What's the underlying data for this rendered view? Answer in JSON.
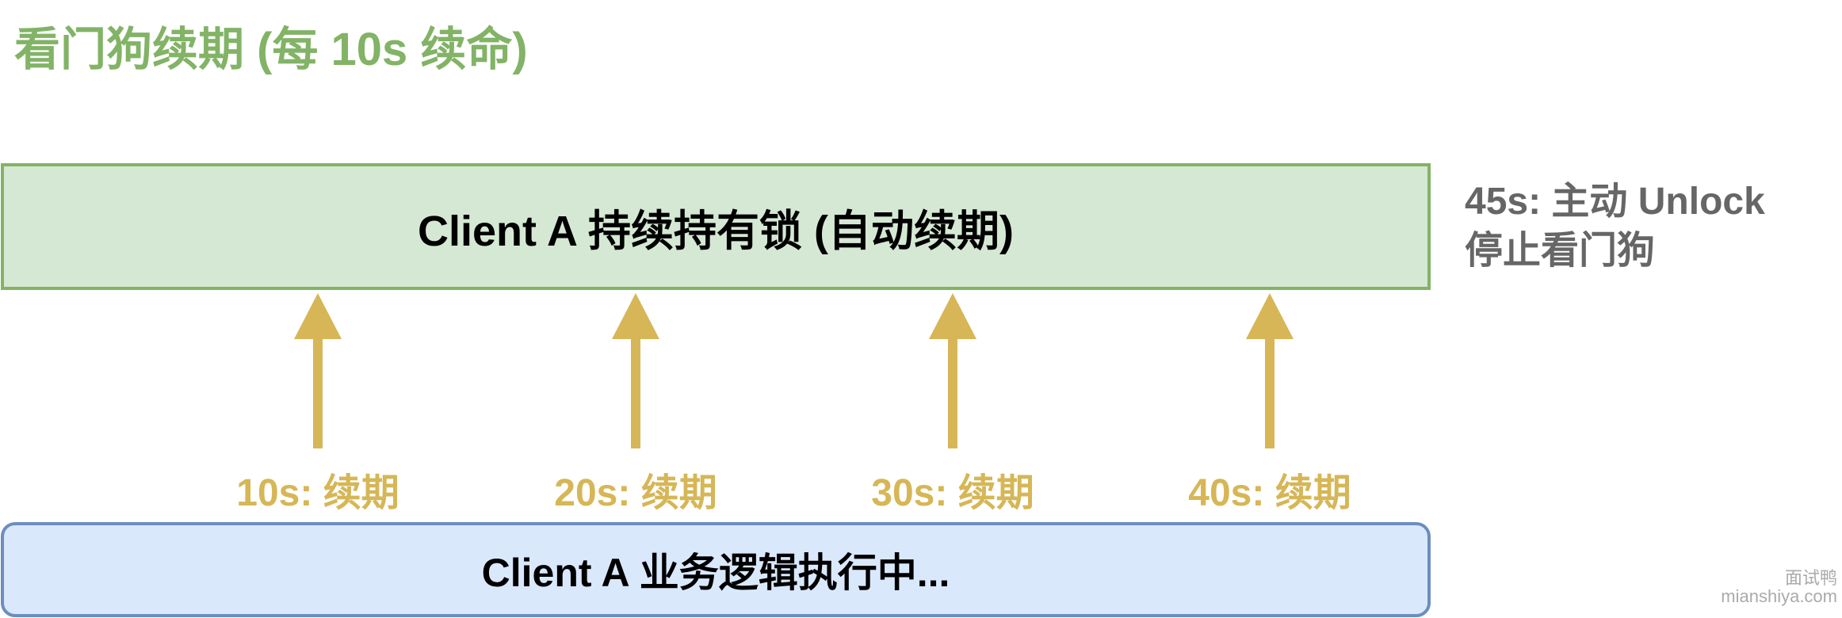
{
  "title": "看门狗续期 (每 10s 续命)",
  "lock_box": {
    "label": "Client A 持续持有锁 (自动续期)"
  },
  "business_box": {
    "label": "Client A 业务逻辑执行中..."
  },
  "unlock_note": {
    "line1": "45s: 主动 Unlock",
    "line2": "停止看门狗"
  },
  "renewals": [
    {
      "label": "10s: 续期"
    },
    {
      "label": "20s: 续期"
    },
    {
      "label": "30s: 续期"
    },
    {
      "label": "40s: 续期"
    }
  ],
  "watermark": {
    "line1": "面试鸭",
    "line2": "mianshiya.com"
  },
  "colors": {
    "title": "#82b366",
    "lock_fill": "#d5e8d4",
    "lock_border": "#82b366",
    "biz_fill": "#dae8fc",
    "biz_border": "#6c8ebf",
    "arrow": "#d6b656",
    "note": "#666666"
  }
}
